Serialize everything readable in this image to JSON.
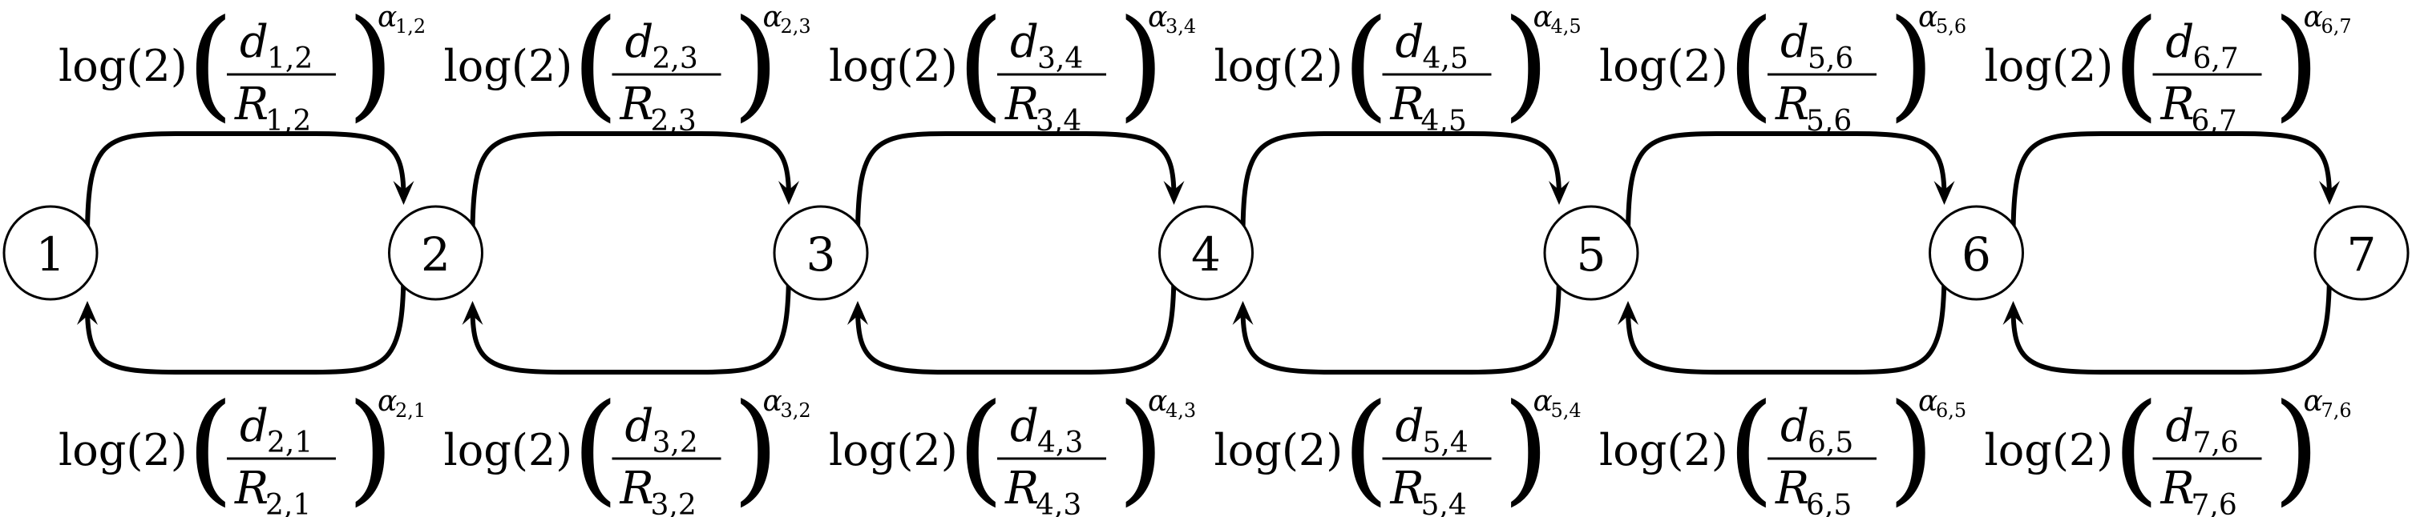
{
  "diagram": {
    "nodes": [
      "1",
      "2",
      "3",
      "4",
      "5",
      "6",
      "7"
    ],
    "forward_edges": [
      {
        "from": "1",
        "to": "2",
        "log": "log(2)",
        "num": "d",
        "den": "R",
        "sub": "1,2",
        "exp": "α",
        "exp_sub": "1,2"
      },
      {
        "from": "2",
        "to": "3",
        "log": "log(2)",
        "num": "d",
        "den": "R",
        "sub": "2,3",
        "exp": "α",
        "exp_sub": "2,3"
      },
      {
        "from": "3",
        "to": "4",
        "log": "log(2)",
        "num": "d",
        "den": "R",
        "sub": "3,4",
        "exp": "α",
        "exp_sub": "3,4"
      },
      {
        "from": "4",
        "to": "5",
        "log": "log(2)",
        "num": "d",
        "den": "R",
        "sub": "4,5",
        "exp": "α",
        "exp_sub": "4,5"
      },
      {
        "from": "5",
        "to": "6",
        "log": "log(2)",
        "num": "d",
        "den": "R",
        "sub": "5,6",
        "exp": "α",
        "exp_sub": "5,6"
      },
      {
        "from": "6",
        "to": "7",
        "log": "log(2)",
        "num": "d",
        "den": "R",
        "sub": "6,7",
        "exp": "α",
        "exp_sub": "6,7"
      }
    ],
    "backward_edges": [
      {
        "from": "2",
        "to": "1",
        "log": "log(2)",
        "num": "d",
        "den": "R",
        "sub": "2,1",
        "exp": "α",
        "exp_sub": "2,1"
      },
      {
        "from": "3",
        "to": "2",
        "log": "log(2)",
        "num": "d",
        "den": "R",
        "sub": "3,2",
        "exp": "α",
        "exp_sub": "3,2"
      },
      {
        "from": "4",
        "to": "3",
        "log": "log(2)",
        "num": "d",
        "den": "R",
        "sub": "4,3",
        "exp": "α",
        "exp_sub": "4,3"
      },
      {
        "from": "5",
        "to": "4",
        "log": "log(2)",
        "num": "d",
        "den": "R",
        "sub": "5,4",
        "exp": "α",
        "exp_sub": "5,4"
      },
      {
        "from": "6",
        "to": "5",
        "log": "log(2)",
        "num": "d",
        "den": "R",
        "sub": "6,5",
        "exp": "α",
        "exp_sub": "6,5"
      },
      {
        "from": "7",
        "to": "6",
        "log": "log(2)",
        "num": "d",
        "den": "R",
        "sub": "7,6",
        "exp": "α",
        "exp_sub": "7,6"
      }
    ]
  }
}
